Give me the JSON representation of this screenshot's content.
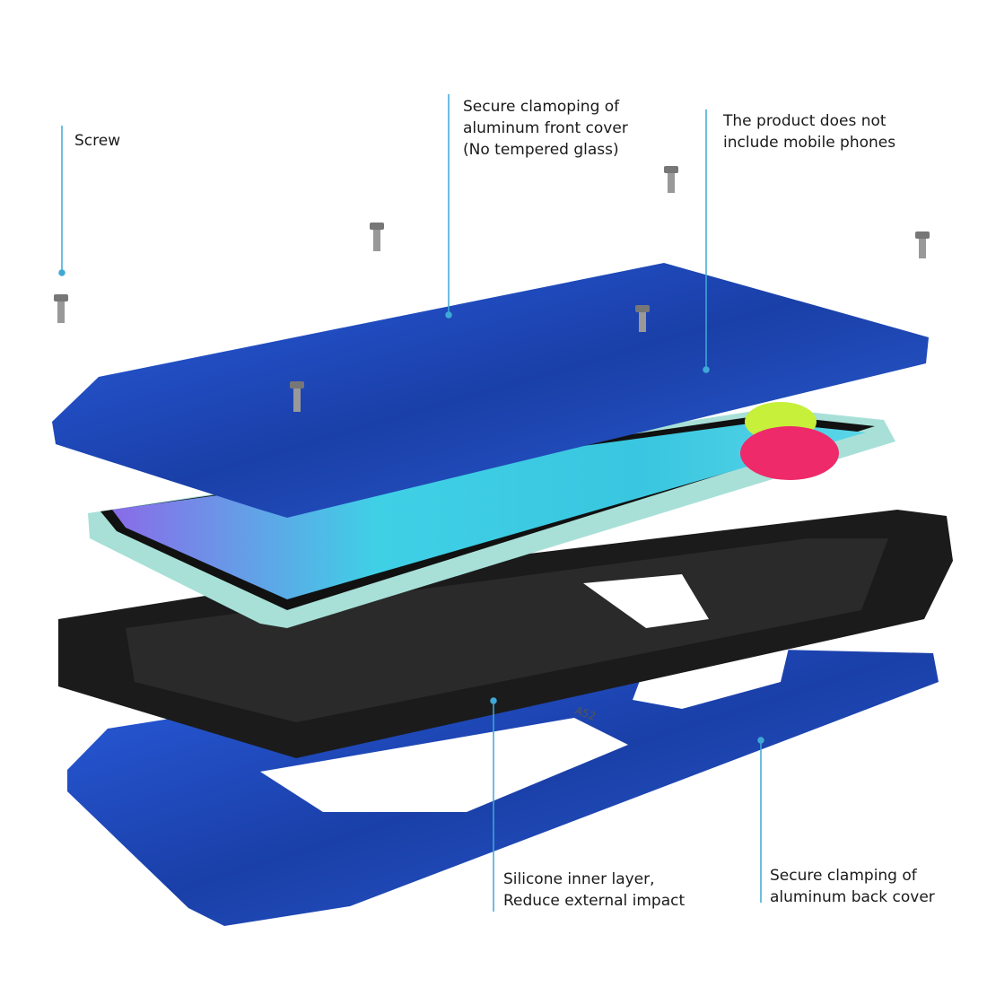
{
  "callouts": {
    "screw": "Screw",
    "front_cover": "Secure clamoping of\naluminum front cover\n(No tempered glass)",
    "no_phone": "The product does not\ninclude mobile phones",
    "silicone": "Silicone inner layer,\nReduce external impact",
    "back_cover": "Secure clamping of\naluminum back cover"
  },
  "case_model_mark": "A52",
  "colors": {
    "callout_line": "#3fa9d6",
    "aluminum_blue": "#1f4fc4",
    "silicone_black": "#1b1b1b",
    "phone_frame": "#a8e0d8"
  }
}
